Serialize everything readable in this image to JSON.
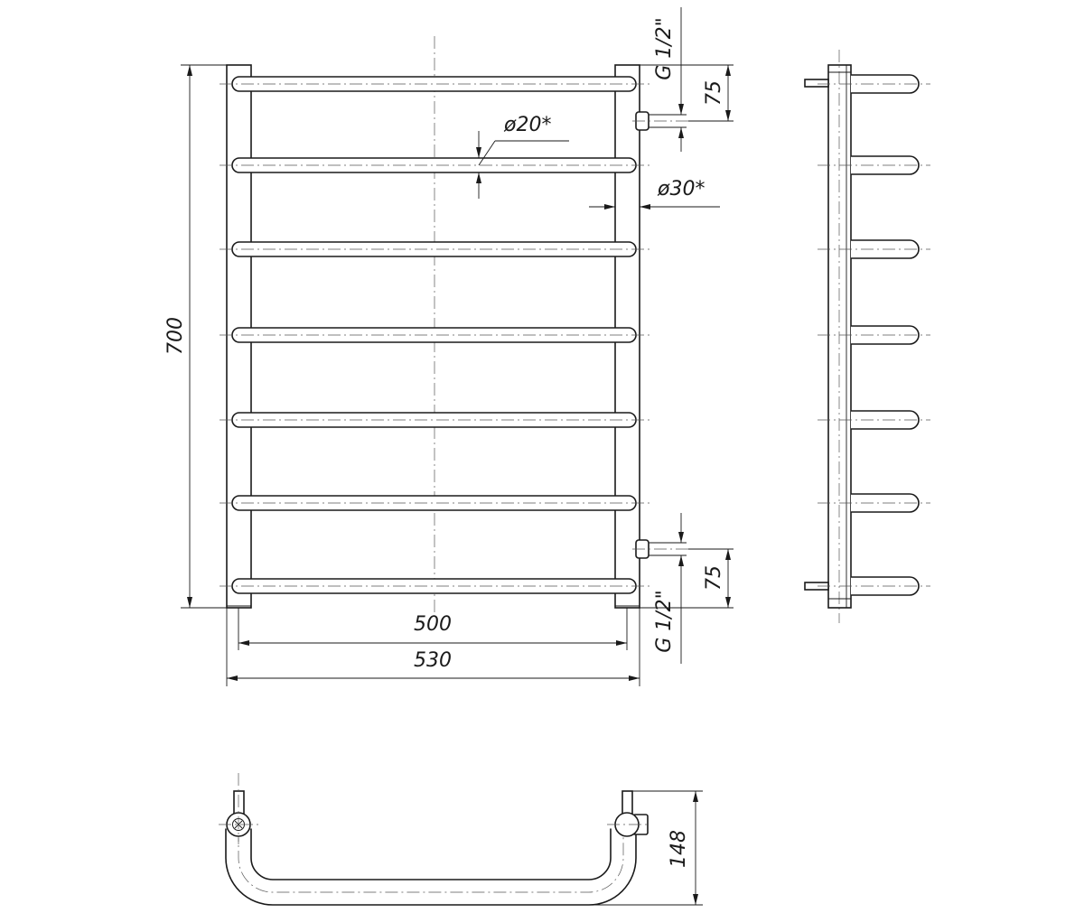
{
  "dimensions": {
    "height": "700",
    "inner_width": "500",
    "outer_width": "530",
    "bar_diameter": "ø20*",
    "post_diameter": "ø30*",
    "top_offset": "75",
    "bottom_offset": "75",
    "top_thread": "G 1/2\"",
    "bottom_thread": "G 1/2\"",
    "depth": "148"
  },
  "colors": {
    "line": "#1a1a1a",
    "centerline": "#555555",
    "background": "#ffffff"
  }
}
